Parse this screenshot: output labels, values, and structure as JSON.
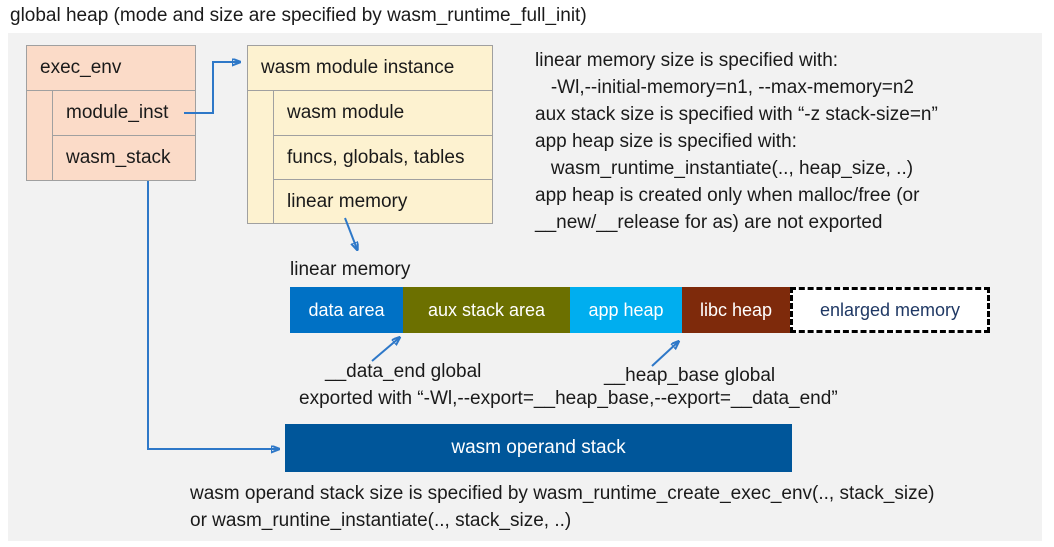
{
  "title": "global heap (mode and size are specified by wasm_runtime_full_init)",
  "exec_env_box": {
    "header": "exec_env",
    "rows": [
      "module_inst",
      "wasm_stack"
    ]
  },
  "module_instance_box": {
    "header": "wasm module instance",
    "rows": [
      "wasm module",
      "funcs, globals, tables",
      "linear memory"
    ]
  },
  "notes_right": {
    "lines": [
      "linear memory size is specified with:",
      "   -Wl,--initial-memory=n1, --max-memory=n2",
      "aux stack size is specified with “-z stack-size=n”",
      "app heap size is specified with:",
      "   wasm_runtime_instantiate(.., heap_size, ..)",
      "app heap is created only when malloc/free (or",
      "__new/__release for as) are not exported"
    ]
  },
  "linear_memory": {
    "label": "linear memory",
    "segments": [
      {
        "label": "data area",
        "color": "#0071c5"
      },
      {
        "label": "aux stack area",
        "color": "#6c7000"
      },
      {
        "label": "app heap",
        "color": "#00aeef"
      },
      {
        "label": "libc heap",
        "color": "#7e2a0b"
      },
      {
        "label": "enlarged memory",
        "color": "#ffffff",
        "border": "dashed-black",
        "text_color": "#1f3864"
      }
    ]
  },
  "annotations": {
    "data_end": "__data_end global",
    "heap_base": "__heap_base global",
    "export_line": "exported with “-Wl,--export=__heap_base,--export=__data_end”"
  },
  "operand_stack": {
    "label": "wasm operand stack",
    "note_lines": [
      "wasm operand stack size is specified by wasm_runtime_create_exec_env(.., stack_size)",
      "or wasm_runtine_instantiate(.., stack_size, ..)"
    ]
  },
  "colors": {
    "panel_bg": "#f2f2f2",
    "struct_box_peach": "#fbdbc8",
    "struct_box_cream": "#fdf2d0",
    "box_border": "#a0a0a0",
    "arrow_blue": "#2e78c8",
    "operand_stack_bar": "#00569a",
    "enlarged_memory_text": "#1f3864",
    "text": "#1a1a1a"
  }
}
